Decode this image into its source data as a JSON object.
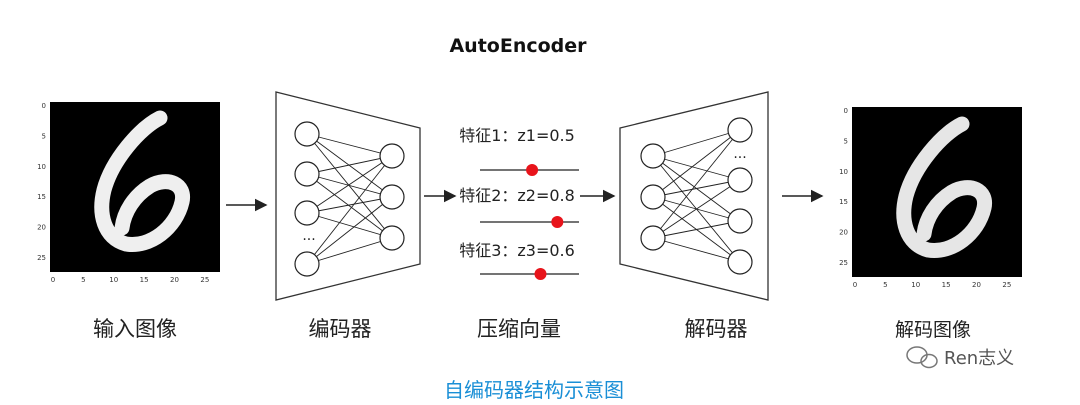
{
  "title": "AutoEncoder",
  "input": {
    "label": "输入图像",
    "ticks_y": [
      "0",
      "5",
      "10",
      "15",
      "20",
      "25"
    ],
    "ticks_x": [
      "0",
      "5",
      "10",
      "15",
      "20",
      "25"
    ]
  },
  "encoder": {
    "label": "编码器",
    "ellipsis": "···"
  },
  "latent": {
    "label": "压缩向量",
    "features": [
      {
        "text": "特征1：z1=0.5",
        "value": 0.5
      },
      {
        "text": "特征2：z2=0.8",
        "value": 0.8
      },
      {
        "text": "特征3：z3=0.6",
        "value": 0.6
      }
    ]
  },
  "decoder": {
    "label": "解码器",
    "ellipsis": "···"
  },
  "output": {
    "label": "解码图像",
    "ticks_y": [
      "0",
      "5",
      "10",
      "15",
      "20",
      "25"
    ],
    "ticks_x": [
      "0",
      "5",
      "10",
      "15",
      "20",
      "25"
    ]
  },
  "caption": "自编码器结构示意图",
  "watermark": "Ren志义",
  "colors": {
    "accent": "#1a8fd6",
    "slider_knob": "#e8141b",
    "line": "#222222"
  }
}
